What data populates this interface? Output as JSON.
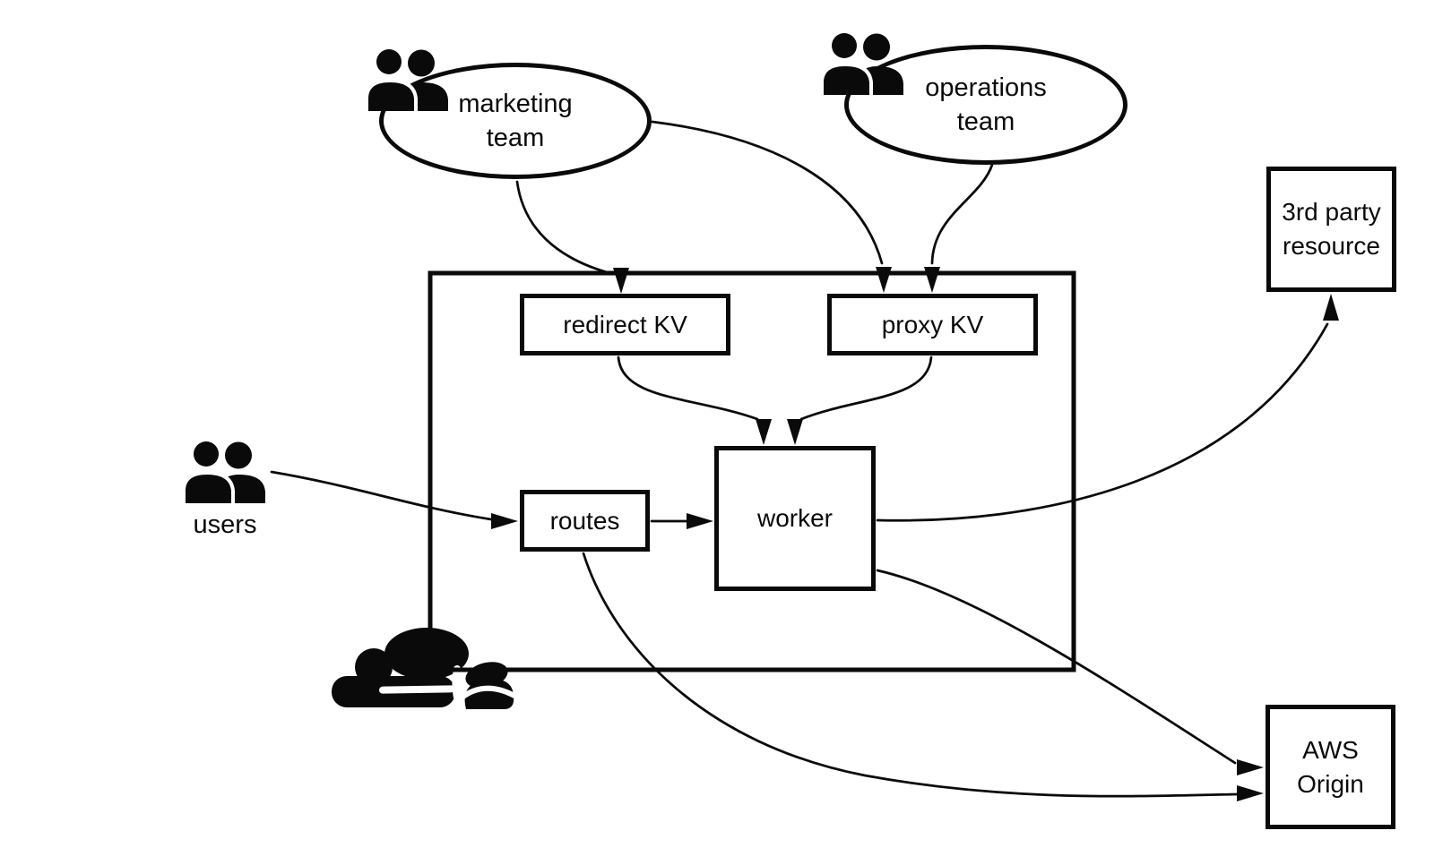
{
  "diagram": {
    "background": "#ffffff",
    "line_color": "#0a0a0a",
    "nodes": {
      "marketing_team": {
        "label": "marketing\nteam",
        "shape": "ellipse",
        "icon": "people"
      },
      "operations_team": {
        "label": "operations\nteam",
        "shape": "ellipse",
        "icon": "people"
      },
      "users": {
        "label": "users",
        "shape": "icon",
        "icon": "people"
      },
      "redirect_kv": {
        "label": "redirect KV",
        "shape": "rect"
      },
      "proxy_kv": {
        "label": "proxy KV",
        "shape": "rect"
      },
      "routes": {
        "label": "routes",
        "shape": "rect"
      },
      "worker": {
        "label": "worker",
        "shape": "rect"
      },
      "third_party_resource": {
        "label": "3rd party\nresource",
        "shape": "rect"
      },
      "aws_origin": {
        "label": "AWS\nOrigin",
        "shape": "rect"
      },
      "cloudflare_boundary": {
        "shape": "rect",
        "icon": "cloudflare-logo"
      }
    },
    "edges": [
      {
        "from": "marketing team",
        "to": "redirect KV"
      },
      {
        "from": "marketing team",
        "to": "proxy KV"
      },
      {
        "from": "operations team",
        "to": "proxy KV"
      },
      {
        "from": "redirect KV",
        "to": "worker"
      },
      {
        "from": "proxy KV",
        "to": "worker"
      },
      {
        "from": "users",
        "to": "routes"
      },
      {
        "from": "routes",
        "to": "worker"
      },
      {
        "from": "worker",
        "to": "3rd party resource"
      },
      {
        "from": "worker",
        "to": "AWS Origin"
      },
      {
        "from": "routes",
        "to": "AWS Origin"
      }
    ]
  }
}
